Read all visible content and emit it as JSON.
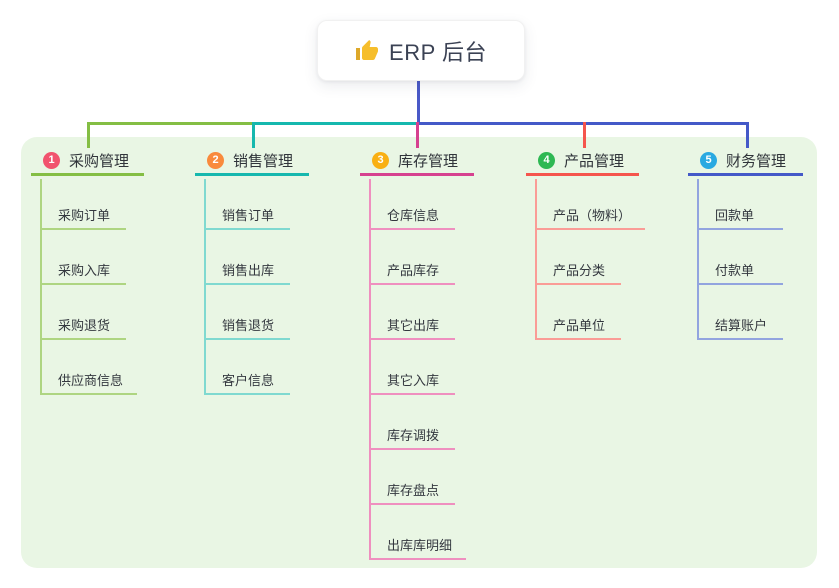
{
  "root": {
    "title": "ERP 后台",
    "icon": "thumbs-up-icon",
    "icon_color": "#F6BE2C",
    "background": "#ffffff"
  },
  "canvas": {
    "page_background": "#ffffff",
    "panel_background": "#E9F6E4",
    "stem_color": "#4A59C8"
  },
  "branches": [
    {
      "badge": "1",
      "badge_color": "#F1536E",
      "label": "采购管理",
      "color": "#84BE44",
      "child_line_color": "#AED581",
      "children": [
        "采购订单",
        "采购入库",
        "采购退货",
        "供应商信息"
      ]
    },
    {
      "badge": "2",
      "badge_color": "#F98A3C",
      "label": "销售管理",
      "color": "#16B8AE",
      "child_line_color": "#7FD9D0",
      "children": [
        "销售订单",
        "销售出库",
        "销售退货",
        "客户信息"
      ]
    },
    {
      "badge": "3",
      "badge_color": "#F9B013",
      "label": "库存管理",
      "color": "#D6418F",
      "child_line_color": "#EF8FBF",
      "children": [
        "仓库信息",
        "产品库存",
        "其它出库",
        "其它入库",
        "库存调拨",
        "库存盘点",
        "出库库明细"
      ]
    },
    {
      "badge": "4",
      "badge_color": "#2EB853",
      "label": "产品管理",
      "color": "#F5554D",
      "child_line_color": "#FA9C96",
      "children": [
        "产品（物料）",
        "产品分类",
        "产品单位"
      ]
    },
    {
      "badge": "5",
      "badge_color": "#29A9E1",
      "label": "财务管理",
      "color": "#4459C8",
      "child_line_color": "#92A4DF",
      "children": [
        "回款单",
        "付款单",
        "结算账户"
      ]
    }
  ]
}
